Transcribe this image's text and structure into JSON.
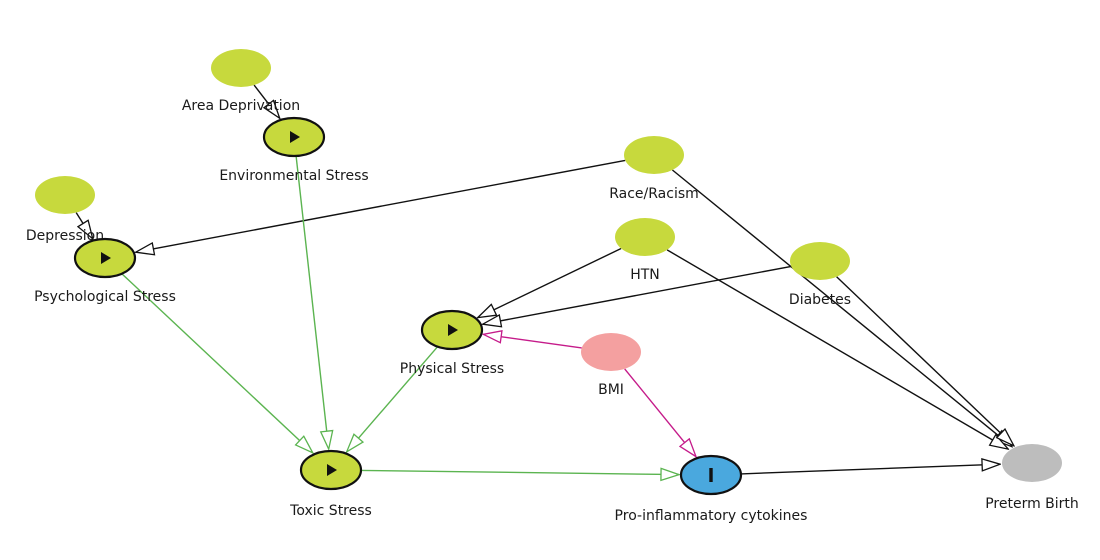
{
  "colors": {
    "exposure": "#c7d93d",
    "outcome": "#bdbdbd",
    "adjusted": "#f4a0a0",
    "ancestor": "#4aa8de",
    "causal_path": "#5bb450",
    "biasing_path": "#c51b8a",
    "arrow": "#111111"
  },
  "nodes": [
    {
      "id": "area_deprivation",
      "label": "Area Deprivation",
      "kind": "plain",
      "color": "exposure"
    },
    {
      "id": "environmental_stress",
      "label": "Environmental Stress",
      "kind": "exposure",
      "color": "exposure"
    },
    {
      "id": "depression",
      "label": "Depression",
      "kind": "plain",
      "color": "exposure"
    },
    {
      "id": "psychological_stress",
      "label": "Psychological Stress",
      "kind": "exposure",
      "color": "exposure"
    },
    {
      "id": "race_racism",
      "label": "Race/Racism",
      "kind": "plain",
      "color": "exposure"
    },
    {
      "id": "htn",
      "label": "HTN",
      "kind": "plain",
      "color": "exposure"
    },
    {
      "id": "diabetes",
      "label": "Diabetes",
      "kind": "plain",
      "color": "exposure"
    },
    {
      "id": "physical_stress",
      "label": "Physical Stress",
      "kind": "exposure",
      "color": "exposure"
    },
    {
      "id": "bmi",
      "label": "BMI",
      "kind": "plain",
      "color": "adjusted"
    },
    {
      "id": "toxic_stress",
      "label": "Toxic Stress",
      "kind": "exposure",
      "color": "exposure"
    },
    {
      "id": "pro_inflammatory",
      "label": "Pro-inflammatory cytokines",
      "kind": "outcome",
      "color": "ancestor"
    },
    {
      "id": "preterm_birth",
      "label": "Preterm Birth",
      "kind": "plain",
      "color": "outcome"
    }
  ],
  "edges": [
    {
      "from": "area_deprivation",
      "to": "environmental_stress",
      "style": "arrow"
    },
    {
      "from": "depression",
      "to": "psychological_stress",
      "style": "arrow"
    },
    {
      "from": "race_racism",
      "to": "psychological_stress",
      "style": "arrow"
    },
    {
      "from": "race_racism",
      "to": "preterm_birth",
      "style": "arrow"
    },
    {
      "from": "htn",
      "to": "physical_stress",
      "style": "arrow"
    },
    {
      "from": "htn",
      "to": "preterm_birth",
      "style": "arrow"
    },
    {
      "from": "diabetes",
      "to": "physical_stress",
      "style": "arrow"
    },
    {
      "from": "diabetes",
      "to": "preterm_birth",
      "style": "arrow"
    },
    {
      "from": "environmental_stress",
      "to": "toxic_stress",
      "style": "causal_path"
    },
    {
      "from": "psychological_stress",
      "to": "toxic_stress",
      "style": "causal_path"
    },
    {
      "from": "physical_stress",
      "to": "toxic_stress",
      "style": "causal_path"
    },
    {
      "from": "toxic_stress",
      "to": "pro_inflammatory",
      "style": "causal_path"
    },
    {
      "from": "bmi",
      "to": "physical_stress",
      "style": "biasing_path"
    },
    {
      "from": "bmi",
      "to": "pro_inflammatory",
      "style": "biasing_path"
    },
    {
      "from": "pro_inflammatory",
      "to": "preterm_birth",
      "style": "arrow"
    }
  ]
}
